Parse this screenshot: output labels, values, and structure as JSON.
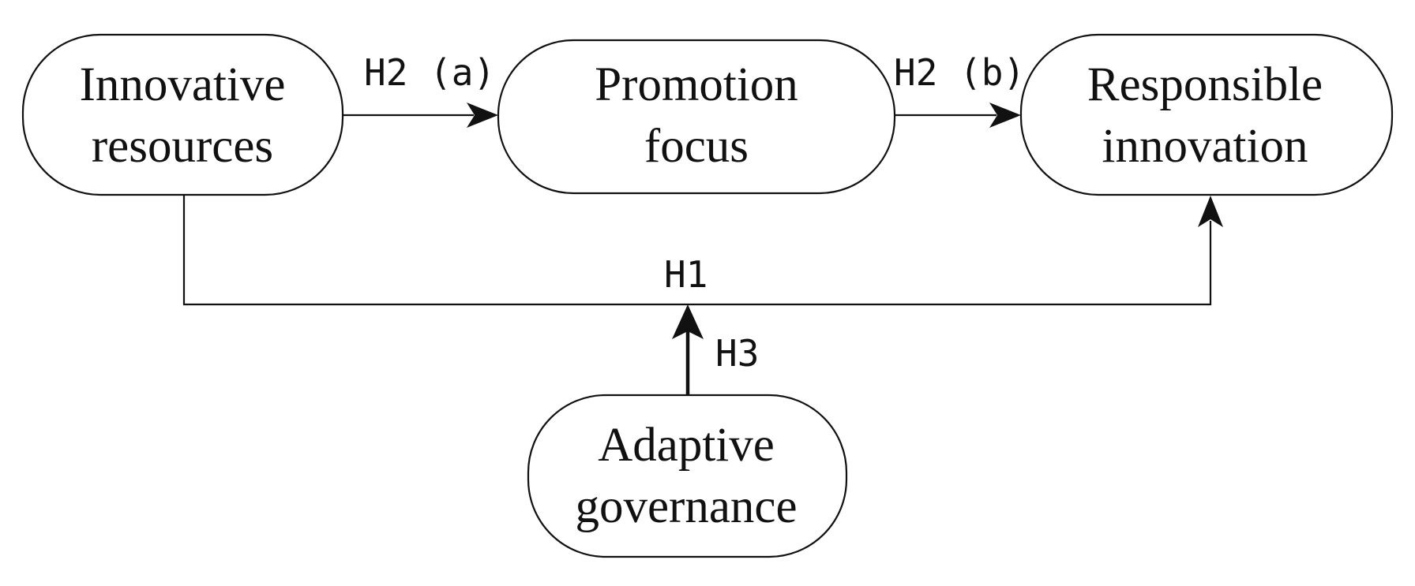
{
  "nodes": {
    "innovative_resources": {
      "line1": "Innovative",
      "line2": "resources"
    },
    "promotion_focus": {
      "line1": "Promotion",
      "line2": "focus"
    },
    "responsible_innovation": {
      "line1": "Responsible",
      "line2": "innovation"
    },
    "adaptive_governance": {
      "line1": "Adaptive",
      "line2": "governance"
    }
  },
  "edges": {
    "h2a": "H2 (a)",
    "h2b": "H2 (b)",
    "h1": "H1",
    "h3": "H3"
  }
}
